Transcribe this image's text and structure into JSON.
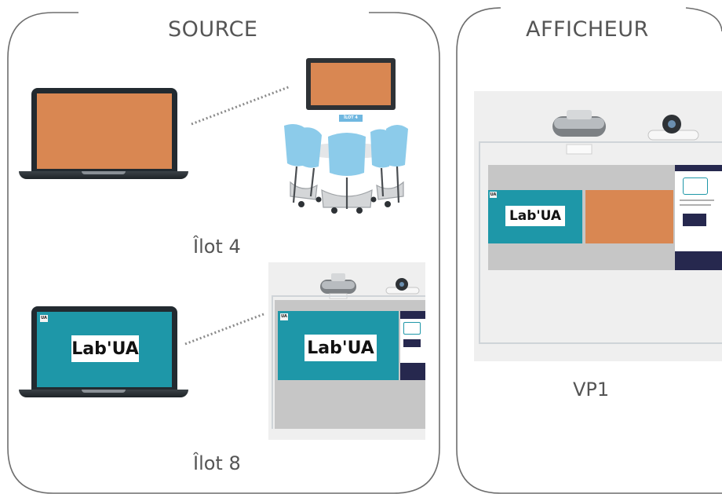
{
  "groups": {
    "source": {
      "title": "SOURCE"
    },
    "afficheur": {
      "title": "AFFICHEUR"
    }
  },
  "devices": {
    "ilot4": {
      "label": "Îlot 4",
      "screen_color": "#d98752",
      "tv_sign": "ÎLOT 4"
    },
    "ilot8": {
      "label": "Îlot 8",
      "screen_color": "#1e97a8",
      "logo": "Lab'UA",
      "badge": "UA"
    },
    "vp1": {
      "label": "VP1"
    }
  },
  "colors": {
    "border": "#6e6e6e",
    "orange": "#d98752",
    "teal": "#1e97a8",
    "projection_gray": "#c6c6c6",
    "navy": "#26284e",
    "chair_blue": "#8ccbea"
  },
  "icons": [
    "laptop-icon",
    "tv-monitor-icon",
    "meeting-chairs-icon",
    "projector-icon",
    "camera-icon",
    "projection-screen-icon"
  ]
}
